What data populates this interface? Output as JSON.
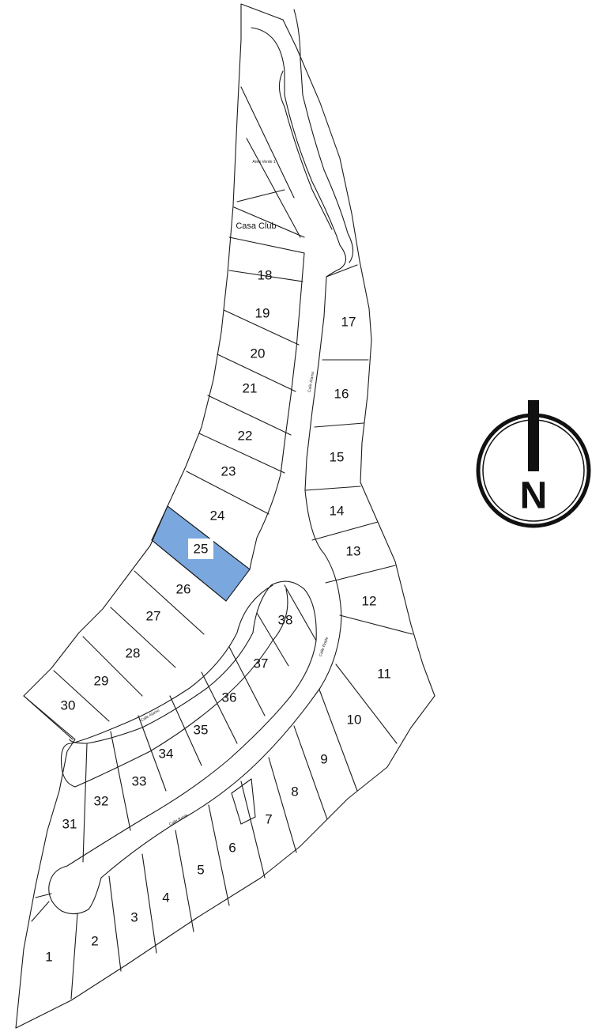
{
  "map": {
    "highlight_color": "#7aa7dd",
    "line_color": "#1a1a1a",
    "highlighted_lot": "25",
    "lots": [
      {
        "id": "1",
        "label": "1"
      },
      {
        "id": "2",
        "label": "2"
      },
      {
        "id": "3",
        "label": "3"
      },
      {
        "id": "4",
        "label": "4"
      },
      {
        "id": "5",
        "label": "5"
      },
      {
        "id": "6",
        "label": "6"
      },
      {
        "id": "7",
        "label": "7"
      },
      {
        "id": "8",
        "label": "8"
      },
      {
        "id": "9",
        "label": "9"
      },
      {
        "id": "10",
        "label": "10"
      },
      {
        "id": "11",
        "label": "11"
      },
      {
        "id": "12",
        "label": "12"
      },
      {
        "id": "13",
        "label": "13"
      },
      {
        "id": "14",
        "label": "14"
      },
      {
        "id": "15",
        "label": "15"
      },
      {
        "id": "16",
        "label": "16"
      },
      {
        "id": "17",
        "label": "17"
      },
      {
        "id": "18",
        "label": "18"
      },
      {
        "id": "19",
        "label": "19"
      },
      {
        "id": "20",
        "label": "20"
      },
      {
        "id": "21",
        "label": "21"
      },
      {
        "id": "22",
        "label": "22"
      },
      {
        "id": "23",
        "label": "23"
      },
      {
        "id": "24",
        "label": "24"
      },
      {
        "id": "25",
        "label": "25"
      },
      {
        "id": "26",
        "label": "26"
      },
      {
        "id": "27",
        "label": "27"
      },
      {
        "id": "28",
        "label": "28"
      },
      {
        "id": "29",
        "label": "29"
      },
      {
        "id": "30",
        "label": "30"
      },
      {
        "id": "31",
        "label": "31"
      },
      {
        "id": "32",
        "label": "32"
      },
      {
        "id": "33",
        "label": "33"
      },
      {
        "id": "34",
        "label": "34"
      },
      {
        "id": "35",
        "label": "35"
      },
      {
        "id": "36",
        "label": "36"
      },
      {
        "id": "37",
        "label": "37"
      },
      {
        "id": "38",
        "label": "38"
      }
    ],
    "casa_club": "Casa Club",
    "area_verde": "Area Verde 1",
    "streets": {
      "calle_alamo": "Calle Alamo",
      "calle_roble_east": "Calle Roble",
      "calle_roble_south": "Calle Roble",
      "calle_alamo_south": "Calle Alamo"
    },
    "compass": {
      "letter": "N",
      "icon": "north-arrow-icon"
    }
  }
}
